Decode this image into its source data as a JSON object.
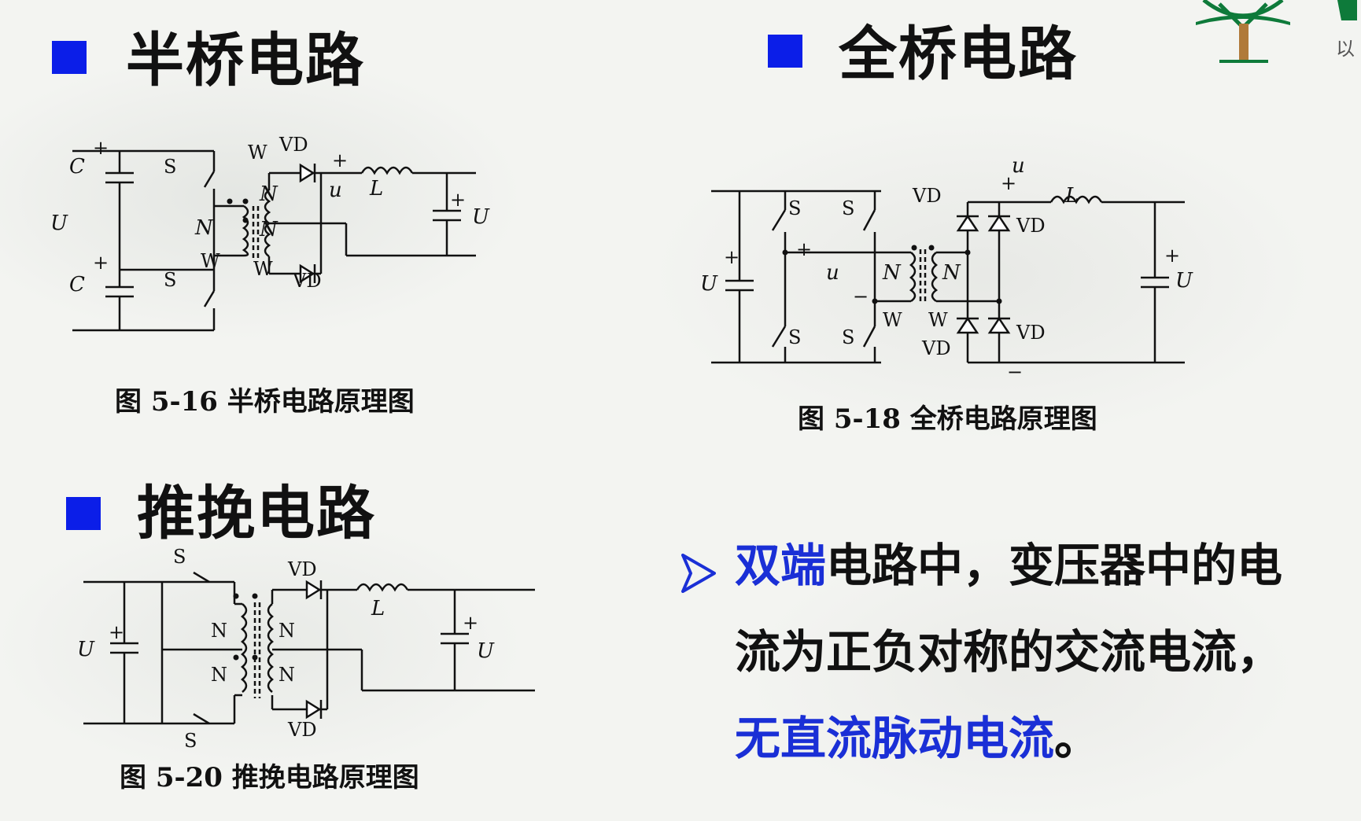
{
  "sections": {
    "half_bridge": {
      "heading": "半桥电路",
      "caption": "图 5-16 半桥电路原理图"
    },
    "full_bridge": {
      "heading": "全桥电路",
      "caption": "图 5-18  全桥电路原理图"
    },
    "push_pull": {
      "heading": "推挽电路",
      "caption": "图 5-20  推挽电路原理图"
    }
  },
  "note": {
    "line1_highlight": "双端",
    "line1_rest": "电路中，变压器中的电",
    "line2": "流为正负对称的交流电流，",
    "line3_highlight": "无直流脉动电流",
    "line3_end": "。"
  },
  "logo_partial_text": "以",
  "colors": {
    "bullet": "#0b1ee8",
    "highlight": "#1a2fd6",
    "logo_green": "#0e7a3a",
    "logo_trunk": "#b07a3a"
  },
  "icons": {
    "bullet": "blue-square-bullet-icon",
    "note_marker": "arrowhead-bullet-icon",
    "logo": "tree-book-logo-icon"
  }
}
